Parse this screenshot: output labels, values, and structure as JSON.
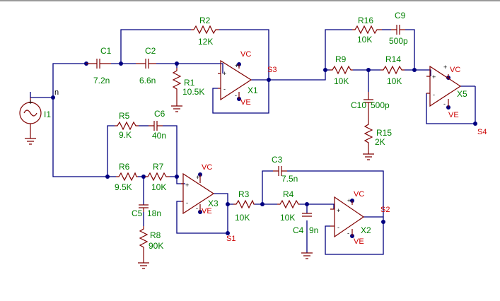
{
  "schematic": {
    "source": {
      "ref": "I1",
      "node": "n"
    },
    "components": {
      "C1": {
        "ref": "C1",
        "value": "7.2n"
      },
      "C2": {
        "ref": "C2",
        "value": "6.6n"
      },
      "C3": {
        "ref": "C3",
        "value": "7.5n"
      },
      "C4": {
        "ref": "C4",
        "value": "9n"
      },
      "C5": {
        "ref": "C5",
        "value": "18n"
      },
      "C6": {
        "ref": "C6",
        "value": "40n"
      },
      "C9": {
        "ref": "C9",
        "value": "500p"
      },
      "C10": {
        "ref": "C10",
        "value": "500p"
      },
      "R1": {
        "ref": "R1",
        "value": "10.5K"
      },
      "R2": {
        "ref": "R2",
        "value": "12K"
      },
      "R3": {
        "ref": "R3",
        "value": "10K"
      },
      "R4": {
        "ref": "R4",
        "value": "10K"
      },
      "R5": {
        "ref": "R5",
        "value": "9.K"
      },
      "R6": {
        "ref": "R6",
        "value": "9.5K"
      },
      "R7": {
        "ref": "R7",
        "value": "10K"
      },
      "R8": {
        "ref": "R8",
        "value": "90K"
      },
      "R9": {
        "ref": "R9",
        "value": "10K"
      },
      "R14": {
        "ref": "R14",
        "value": "10K"
      },
      "R15": {
        "ref": "R15",
        "value": "2K"
      },
      "R16": {
        "ref": "R16",
        "value": "10K"
      }
    },
    "opamps": {
      "X1": {
        "ref": "X1",
        "vcc": "VC",
        "vee": "VE"
      },
      "X2": {
        "ref": "X2",
        "vcc": "VC",
        "vee": "VE"
      },
      "X3": {
        "ref": "X3",
        "vcc": "VC",
        "vee": "VE"
      },
      "X5": {
        "ref": "X5",
        "vcc": "VC",
        "vee": "VE"
      }
    },
    "pin_signs": {
      "plus": "+",
      "minus": "-"
    },
    "outputs": {
      "S1": "S1",
      "S2": "S2",
      "S3": "S3",
      "S4": "S4"
    },
    "colors": {
      "wire": "#000080",
      "component": "#800000",
      "label": "#008000",
      "net_label": "#cc0000"
    }
  }
}
